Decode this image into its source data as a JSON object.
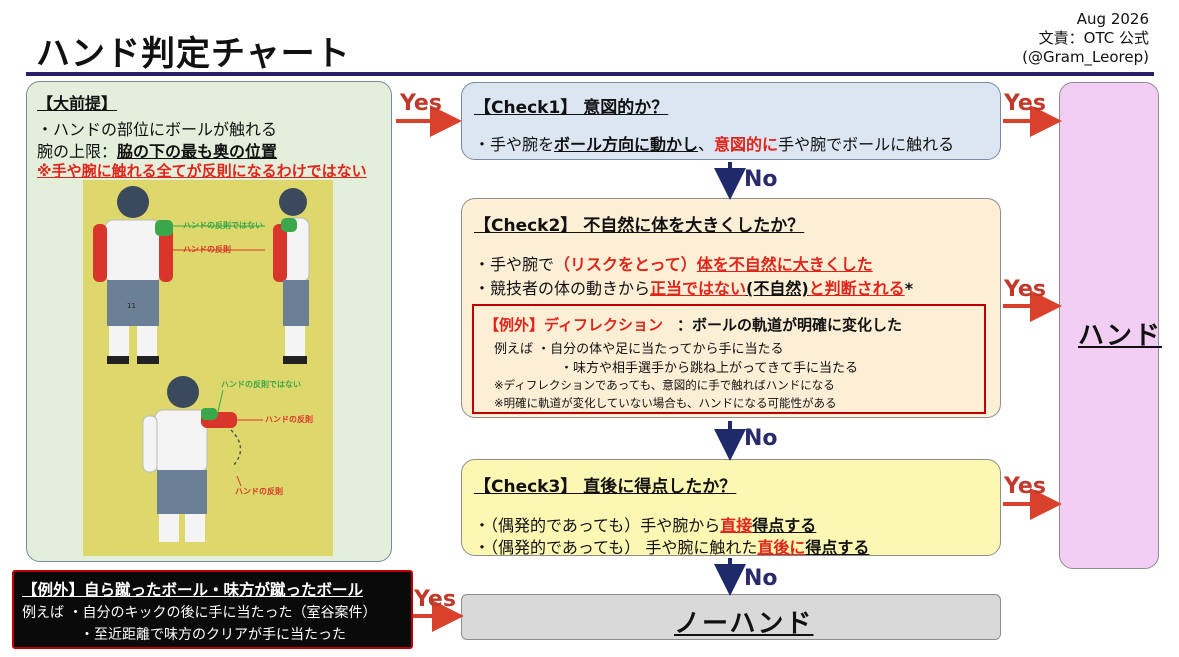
{
  "header": {
    "title": "ハンド判定チャート",
    "credit_line1": "Aug 2026",
    "credit_line2": "文責：OTC 公式",
    "credit_line3": "(@Gram_Leorep)"
  },
  "premise": {
    "heading": "【大前提】",
    "line1": "・ハンドの部位にボールが触れる",
    "line2_prefix": "腕の上限：",
    "line2_value": "脇の下の最も奥の位置",
    "note": "※手や腕に触れる全てが反則になるわけではない",
    "illustration": {
      "label_not_foul_1": "ハンドの反則ではない",
      "label_foul_1": "ハンドの反則",
      "label_not_foul_2": "ハンドの反則ではない",
      "label_foul_2": "ハンドの反則",
      "label_foul_3": "ハンドの反則",
      "jersey_number": "11"
    }
  },
  "check1": {
    "heading": "【Check1】 意図的か？",
    "line_part1": "・手や腕を",
    "line_part2": "ボール方向に動かし",
    "line_part3": "、",
    "line_part4": "意図的に",
    "line_part5": "手や腕でボールに触れる"
  },
  "check2": {
    "heading": "【Check2】 不自然に体を大きくしたか？",
    "line1_part1": "・手や腕で",
    "line1_part2": "（リスクをとって）",
    "line1_part3": "体を不自然に大きくした",
    "line2_part1": "・競技者の体の動きから",
    "line2_part2": "正当ではない",
    "line2_part3": "(不自然)",
    "line2_part4": "と判断される",
    "line2_part5": "*",
    "exception": {
      "heading_red": "【例外】ディフレクション",
      "heading_black": "：ボールの軌道が明確に変化した",
      "example1": "例えば ・自分の体や足に当たってから手に当たる",
      "example2": "・味方や相手選手から跳ね上がってきて手に当たる",
      "note1": "※ディフレクションであっても、意図的に手で触ればハンドになる",
      "note2": "※明確に軌道が変化していない場合も、ハンドになる可能性がある"
    }
  },
  "check3": {
    "heading": "【Check3】 直後に得点したか？",
    "line1_part1": "・（偶発的であっても）手や腕から",
    "line1_part2": "直接",
    "line1_part3": "得点する",
    "line2_part1": "・（偶発的であっても） 手や腕に触れた",
    "line2_part2": "直後に",
    "line2_part3": "得点する"
  },
  "exception_left": {
    "heading": "【例外】自ら蹴ったボール・味方が蹴ったボール",
    "line1": "例えば ・自分のキックの後に手に当たった（室谷案件）",
    "line2": "・至近距離で味方のクリアが手に当たった"
  },
  "results": {
    "hand": "ハンド",
    "no_hand": "ノーハンド"
  },
  "flow_labels": {
    "yes": "Yes",
    "no": "No"
  },
  "colors": {
    "accent_red": "#e0251b",
    "arrow_red": "#d9412c",
    "arrow_navy": "#1f2a6b",
    "rule": "#2b1f6b"
  }
}
